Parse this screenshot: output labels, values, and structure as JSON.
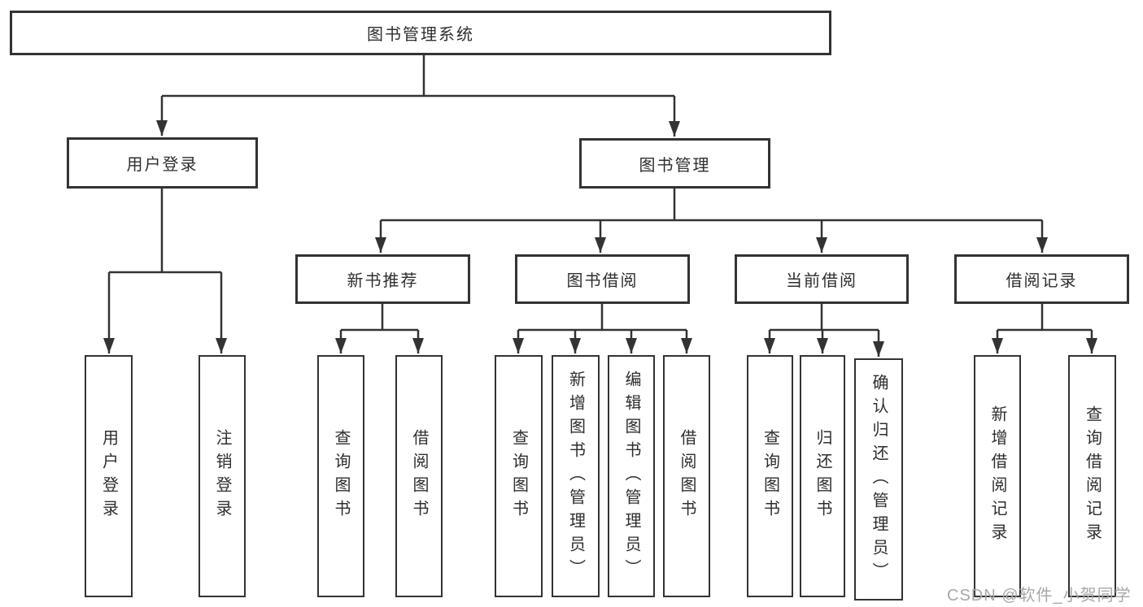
{
  "title": "图书管理系统",
  "watermark": "CSDN @软件_小贺同学",
  "level2": {
    "user_login": "用户登录",
    "book_management": "图书管理"
  },
  "level3": {
    "new_book_recommend": "新书推荐",
    "book_borrow": "图书借阅",
    "current_borrow": "当前借阅",
    "borrow_records": "借阅记录"
  },
  "leaves": {
    "user_login": [
      "用户登录",
      "注销登录"
    ],
    "new_book_recommend": [
      "查询图书",
      "借阅图书"
    ],
    "book_borrow": [
      "查询图书",
      "新增图书（管理员）",
      "编辑图书（管理员）",
      "借阅图书"
    ],
    "current_borrow": [
      "查询图书",
      "归还图书",
      "确认归还（管理员）"
    ],
    "borrow_records": [
      "新增借阅记录",
      "查询借阅记录"
    ]
  },
  "colors": {
    "line": "#333333",
    "text": "#2e2e2e",
    "watermark": "#a8a8a8",
    "background": "#ffffff"
  }
}
